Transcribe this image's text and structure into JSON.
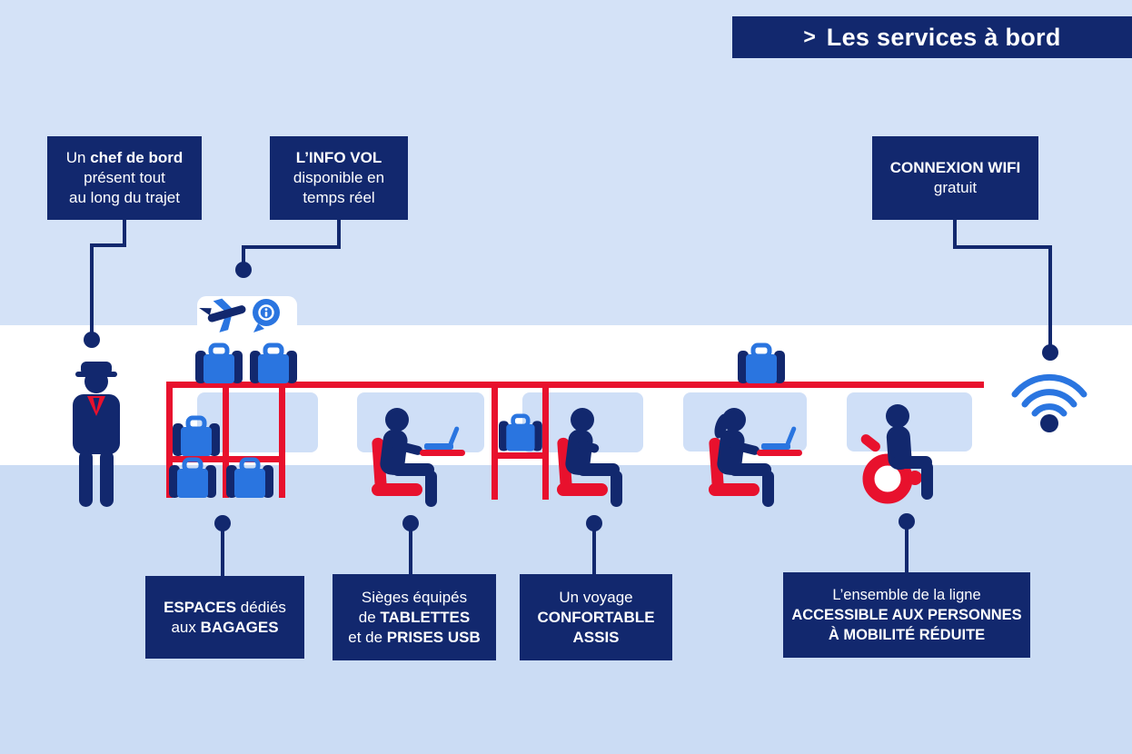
{
  "colors": {
    "navy": "#12286e",
    "red": "#e8112d",
    "blue": "#2a75e0",
    "background_top": "#d4e2f7",
    "background_bottom": "#cbdcf4",
    "vehicle_band": "#ffffff",
    "window_blue": "#cfdff7"
  },
  "header": {
    "chevron": ">",
    "title": "Les services à bord"
  },
  "callouts": {
    "chef_de_bord": {
      "line1_regular": "Un ",
      "line1_bold": "chef de bord",
      "line2": "présent tout",
      "line3": "au long du trajet"
    },
    "info_vol": {
      "line1_bold": "L’INFO VOL",
      "line2": "disponible en",
      "line3": "temps réel"
    },
    "connexion_wifi": {
      "line1_bold": "CONNEXION WIFI",
      "line2": "gratuit"
    },
    "bagages": {
      "line1_bold": "ESPACES",
      "line1_regular": " dédiés",
      "line2_regular": "aux ",
      "line2_bold": "BAGAGES"
    },
    "tablettes": {
      "line1": "Sièges équipés",
      "line2_regular": "de ",
      "line2_bold": "TABLETTES",
      "line3_regular": "et de ",
      "line3_bold": "PRISES USB"
    },
    "confortable": {
      "line1": "Un voyage",
      "line2_bold": "CONFORTABLE",
      "line3_bold": "ASSIS"
    },
    "accessible": {
      "line1": "L’ensemble de la ligne",
      "line2_bold": "ACCESSIBLE AUX PERSONNES",
      "line3_bold": "À MOBILITÉ RÉDUITE"
    }
  },
  "icons": {
    "chevron_icon": ">",
    "plane_icon": "plane",
    "info_bubble_icon": "i",
    "wifi_icon": "wifi-arcs",
    "conductor_icon": "train-attendant",
    "suitcase_icon": "suitcase",
    "seated_passenger_icon": "passenger-on-red-seat",
    "laptop_icon": "laptop-on-tray",
    "wheelchair_icon": "wheelchair-user"
  }
}
